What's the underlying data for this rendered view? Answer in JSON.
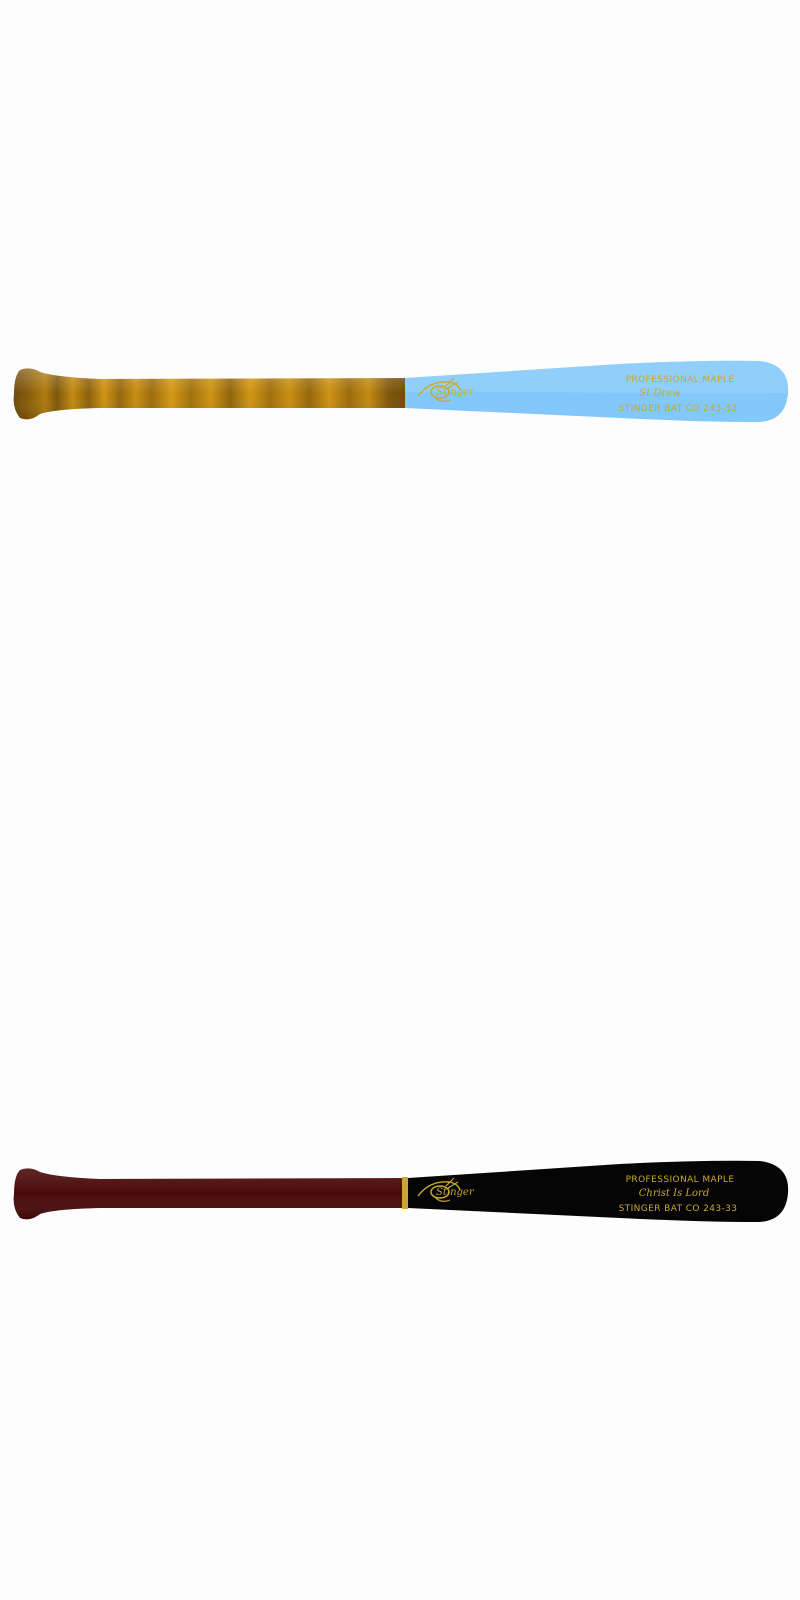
{
  "colors": {
    "background": "#fdfdfd",
    "engraving": "#c9a82a"
  },
  "bats": [
    {
      "handle_color": "#b07a0c",
      "handle_finish": "flame-tempered",
      "barrel_color": "#82c8fa",
      "logo": "stinger-hornet-icon",
      "line1": "PROFESSIONAL MAPLE",
      "line2": "St Drew",
      "line3": "STINGER BAT CO 243-33"
    },
    {
      "handle_color": "#4a0a0a",
      "handle_finish": "solid",
      "barrel_color": "#050505",
      "logo": "stinger-hornet-icon",
      "line1": "PROFESSIONAL MAPLE",
      "line2": "Christ Is Lord",
      "line3": "STINGER BAT CO 243-33"
    }
  ]
}
